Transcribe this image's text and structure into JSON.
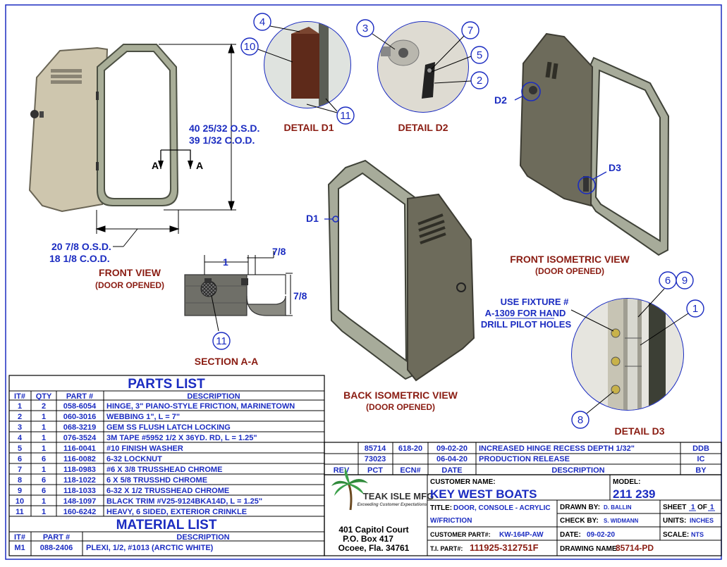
{
  "views": {
    "front_view": "FRONT VIEW",
    "front_view_sub": "(DOOR OPENED)",
    "section": "SECTION A-A",
    "back_iso": "BACK ISOMETRIC VIEW",
    "back_iso_sub": "(DOOR OPENED)",
    "front_iso": "FRONT ISOMETRIC VIEW",
    "front_iso_sub": "(DOOR OPENED)",
    "detail_d1": "DETAIL  D1",
    "detail_d2": "DETAIL  D2",
    "detail_d3": "DETAIL  D3"
  },
  "dimensions": {
    "height_osd": "40 25/32 O.S.D.",
    "height_cod": "39 1/32 C.O.D.",
    "width_osd": "20 7/8 O.S.D.",
    "width_cod": "18 1/8 C.O.D.",
    "sec_one": "1",
    "sec_78a": "7/8",
    "sec_78b": "7/8",
    "sec_a": "A"
  },
  "markers": {
    "d1": "D1",
    "d2": "D2",
    "d3": "D3"
  },
  "callouts": {
    "c1": "1",
    "c2": "2",
    "c3": "3",
    "c4": "4",
    "c5": "5",
    "c6": "6",
    "c7": "7",
    "c8": "8",
    "c9": "9",
    "c10": "10",
    "c11": "11",
    "c11b": "11"
  },
  "note": {
    "line1": "USE FIXTURE #",
    "line2": "A-1309 FOR HAND",
    "line3": "DRILL PILOT HOLES"
  },
  "parts_list": {
    "title": "PARTS LIST",
    "headers": [
      "IT#",
      "QTY",
      "PART #",
      "DESCRIPTION"
    ],
    "rows": [
      [
        "1",
        "2",
        "058-6054",
        "HINGE, 3\" PIANO-STYLE FRICTION, MARINETOWN"
      ],
      [
        "2",
        "1",
        "060-3016",
        "WEBBING 1\", L = 7\""
      ],
      [
        "3",
        "1",
        "068-3219",
        "GEM SS FLUSH LATCH LOCKING"
      ],
      [
        "4",
        "1",
        "076-3524",
        "3M TAPE #5952 1/2 X 36YD. RD, L = 1.25\""
      ],
      [
        "5",
        "1",
        "116-0041",
        "#10 FINISH WASHER"
      ],
      [
        "6",
        "6",
        "116-0082",
        "6-32 LOCKNUT"
      ],
      [
        "7",
        "1",
        "118-0983",
        "#6 X 3/8 TRUSSHEAD CHROME"
      ],
      [
        "8",
        "6",
        "118-1022",
        "6 X 5/8 TRUSSHD CHROME"
      ],
      [
        "9",
        "6",
        "118-1033",
        "6-32 X 1/2 TRUSSHEAD CHROME"
      ],
      [
        "10",
        "1",
        "148-1097",
        "BLACK TRIM #V25-9124BKA14D, L = 1.25\""
      ],
      [
        "11",
        "1",
        "160-6242",
        "HEAVY, 6 SIDED, EXTERIOR CRINKLE"
      ]
    ]
  },
  "material_list": {
    "title": "MATERIAL LIST",
    "headers": [
      "IT#",
      "PART #",
      "DESCRIPTION"
    ],
    "rows": [
      [
        "M1",
        "088-2406",
        "PLEXI, 1/2, #1013 (ARCTIC WHITE)"
      ]
    ]
  },
  "revisions": {
    "headers": [
      "REV",
      "PCT",
      "ECN#",
      "DATE",
      "DESCRIPTION",
      "BY"
    ],
    "rows": [
      [
        "",
        "85714",
        "618-20",
        "09-02-20",
        "INCREASED HINGE RECESS DEPTH 1/32\"",
        "DDB"
      ],
      [
        "",
        "73023",
        "",
        "06-04-20",
        "PRODUCTION RELEASE",
        "IC"
      ]
    ]
  },
  "title_block": {
    "company": "TEAK ISLE MFG",
    "tagline": "Exceeding Customer Expectations",
    "address1": "401 Capitol Court",
    "address2": "P.O. Box 417",
    "address3": "Ocoee, Fla. 34761",
    "customer_label": "CUSTOMER NAME:",
    "customer": "KEY WEST BOATS",
    "model_label": "MODEL:",
    "model": "211 239",
    "title_label": "TITLE:",
    "title_l1": "DOOR, CONSOLE - ACRYLIC",
    "title_l2": "W/FRICTION",
    "drawn_label": "DRAWN BY:",
    "drawn": "D. BALLIN",
    "check_label": "CHECK BY:",
    "check": "S. WIDMANN",
    "sheet_label": "SHEET",
    "sheet_num": "1",
    "sheet_of": "OF",
    "sheet_total": "1",
    "units_label": "UNITS:",
    "units": "INCHES",
    "date_label": "DATE:",
    "date": "09-02-20",
    "scale_label": "SCALE:",
    "scale": "NTS",
    "cust_part_label": "CUSTOMER PART#:",
    "cust_part": "KW-164P-AW",
    "ti_part_label": "T.I. PART#:",
    "ti_part": "111925-312751F",
    "drawing_label": "DRAWING NAME:",
    "drawing": "85714-PD"
  }
}
